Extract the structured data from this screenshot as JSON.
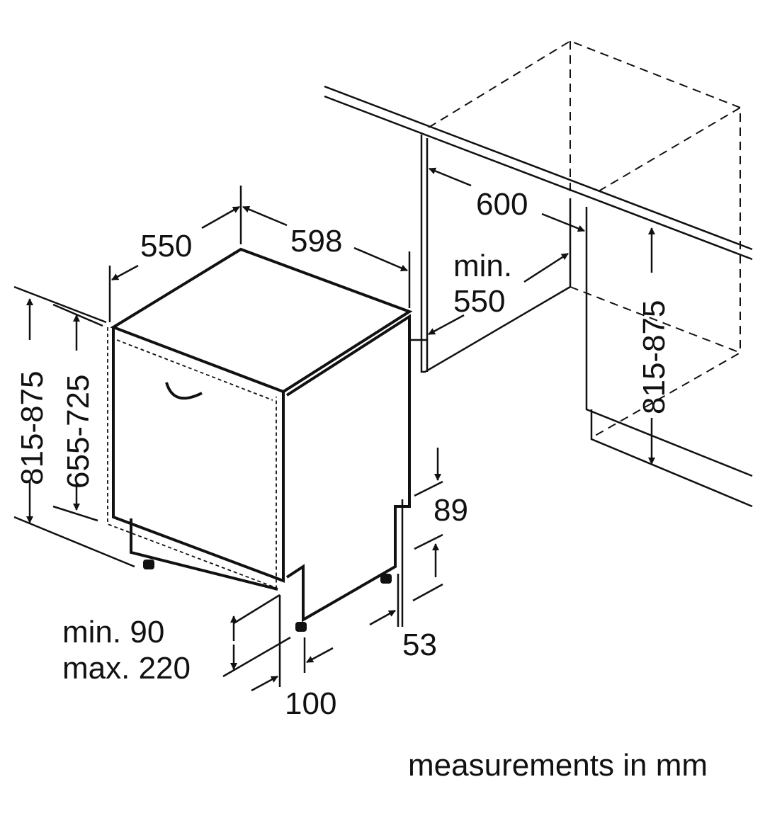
{
  "diagram": {
    "dim_depth": "550",
    "dim_width": "598",
    "dim_niche_width": "600",
    "dim_niche_depth_label": "min.",
    "dim_niche_depth": "550",
    "dim_height_left": "815-875",
    "dim_door_height": "655-725",
    "dim_niche_height": "815-875",
    "dim_plinth_top": "89",
    "dim_plinth_gap": "53",
    "dim_plinth_min": "min. 90",
    "dim_plinth_max": "max. 220",
    "dim_foot_offset": "100",
    "units_note": "measurements in mm"
  }
}
